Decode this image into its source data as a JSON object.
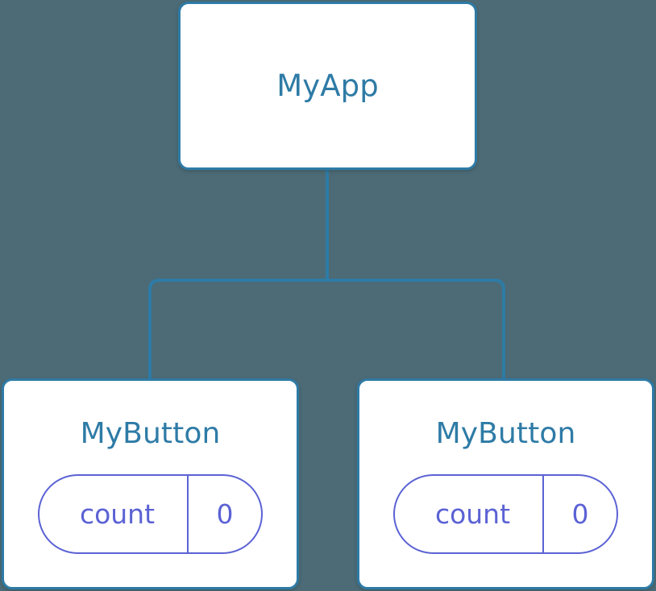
{
  "canvas": {
    "background_color": "#4c6b76",
    "node_border_color": "#2e7ba6",
    "node_fill_color": "#ffffff",
    "node_title_color": "#2e7ba6",
    "edge_color": "#2e7ba6",
    "state_pill_color": "#5b62d4"
  },
  "tree": {
    "root": {
      "title": "MyApp"
    },
    "children": [
      {
        "title": "MyButton",
        "state": {
          "key": "count",
          "value": "0"
        }
      },
      {
        "title": "MyButton",
        "state": {
          "key": "count",
          "value": "0"
        }
      }
    ]
  }
}
